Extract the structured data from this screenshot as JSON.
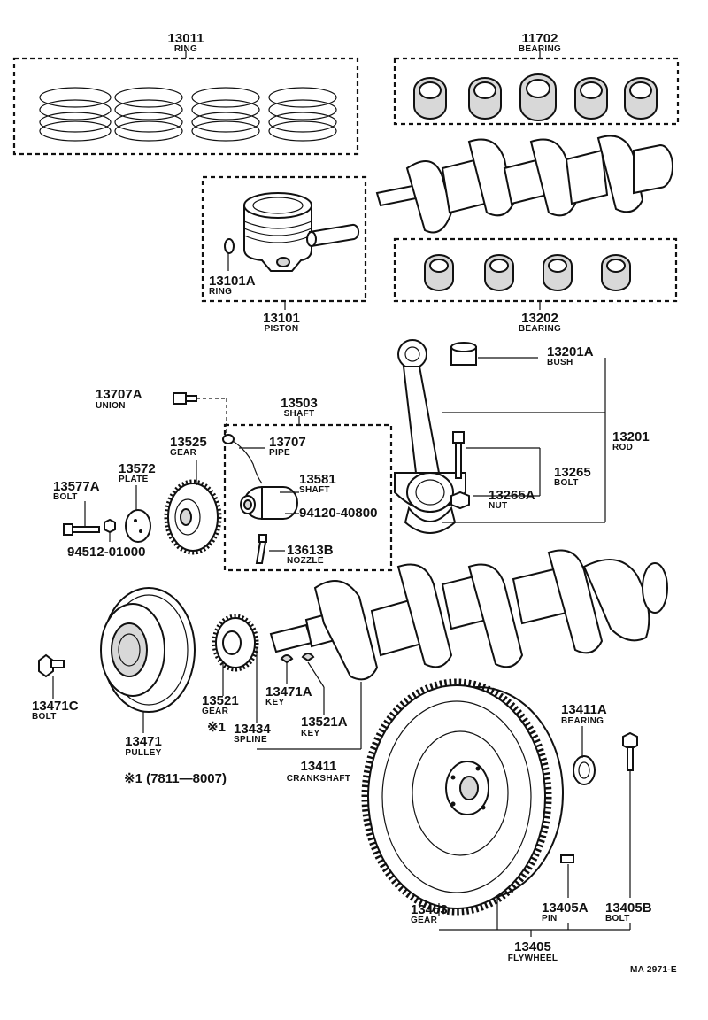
{
  "parts": [
    {
      "id": "ring",
      "number": "13011",
      "name": "RING"
    },
    {
      "id": "bearing-main",
      "number": "11702",
      "name": "BEARING"
    },
    {
      "id": "piston-ring",
      "number": "13101A",
      "name": "RING"
    },
    {
      "id": "piston",
      "number": "13101",
      "name": "PISTON"
    },
    {
      "id": "bearing-rod",
      "number": "13202",
      "name": "BEARING"
    },
    {
      "id": "bush",
      "number": "13201A",
      "name": "BUSH"
    },
    {
      "id": "rod",
      "number": "13201",
      "name": "ROD"
    },
    {
      "id": "rod-bolt",
      "number": "13265",
      "name": "BOLT"
    },
    {
      "id": "rod-nut",
      "number": "13265A",
      "name": "NUT"
    },
    {
      "id": "union",
      "number": "13707A",
      "name": "UNION"
    },
    {
      "id": "shaft-assy",
      "number": "13503",
      "name": "SHAFT"
    },
    {
      "id": "pipe",
      "number": "13707",
      "name": "PIPE"
    },
    {
      "id": "gear-cam",
      "number": "13525",
      "name": "GEAR"
    },
    {
      "id": "plate",
      "number": "13572",
      "name": "PLATE"
    },
    {
      "id": "bolt-plate",
      "number": "13577A",
      "name": "BOLT"
    },
    {
      "id": "washer",
      "number": "94512-01000",
      "name": ""
    },
    {
      "id": "shaft",
      "number": "13581",
      "name": "SHAFT"
    },
    {
      "id": "nut-shaft",
      "number": "94120-40800",
      "name": ""
    },
    {
      "id": "nozzle",
      "number": "13613B",
      "name": "NOZZLE"
    },
    {
      "id": "bolt-pulley",
      "number": "13471C",
      "name": "BOLT"
    },
    {
      "id": "pulley",
      "number": "13471",
      "name": "PULLEY"
    },
    {
      "id": "gear-crank",
      "number": "13521",
      "name": "GEAR"
    },
    {
      "id": "key-small",
      "number": "13471A",
      "name": "KEY"
    },
    {
      "id": "spline",
      "number": "13434",
      "name": "SPLINE"
    },
    {
      "id": "key",
      "number": "13521A",
      "name": "KEY"
    },
    {
      "id": "crankshaft",
      "number": "13411",
      "name": "CRANKSHAFT"
    },
    {
      "id": "pilot-bearing",
      "number": "13411A",
      "name": "BEARING"
    },
    {
      "id": "ring-gear",
      "number": "13453",
      "name": "GEAR"
    },
    {
      "id": "fw-pin",
      "number": "13405A",
      "name": "PIN"
    },
    {
      "id": "fw-bolt",
      "number": "13405B",
      "name": "BOLT"
    },
    {
      "id": "flywheel",
      "number": "13405",
      "name": "FLYWHEEL"
    }
  ],
  "notes": {
    "spline_marker": "※1",
    "pulley_note": "※1 (7811—8007)",
    "drawing_code": "MA  2971-E"
  }
}
